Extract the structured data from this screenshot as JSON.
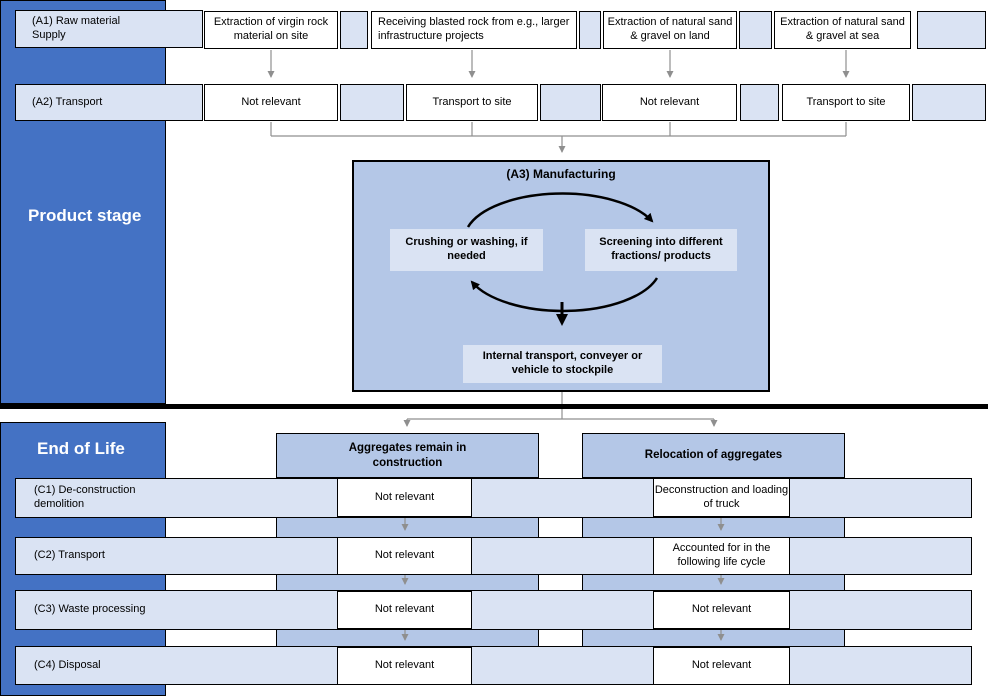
{
  "product_stage": {
    "label": "Product stage",
    "a1": {
      "label": "(A1) Raw material Supply",
      "cells": [
        "Extraction of virgin rock material on site",
        "Receiving blasted rock from e.g., larger infrastructure projects",
        "Extraction of natural sand & gravel on land",
        "Extraction of natural sand & gravel at sea"
      ]
    },
    "a2": {
      "label": "(A2) Transport",
      "cells": [
        "Not relevant",
        "Transport to site",
        "Not relevant",
        "Transport to site"
      ]
    },
    "a3": {
      "title": "(A3) Manufacturing",
      "crushing": "Crushing or washing, if needed",
      "screening": "Screening into different fractions/ products",
      "internal_transport": "Internal transport, conveyer or vehicle to stockpile"
    }
  },
  "end_of_life": {
    "label": "End of Life",
    "columns": [
      "Aggregates remain in construction",
      "Relocation of aggregates"
    ],
    "rows": [
      {
        "label": "(C1) De-construction demolition",
        "left": "Not relevant",
        "right": "Deconstruction and loading of truck"
      },
      {
        "label": "(C2) Transport",
        "left": "Not relevant",
        "right": "Accounted for in the following life cycle"
      },
      {
        "label": "(C3) Waste processing",
        "left": "Not relevant",
        "right": "Not relevant"
      },
      {
        "label": "(C4) Disposal",
        "left": "Not relevant",
        "right": "Not relevant"
      }
    ]
  },
  "colors": {
    "sidebar_blue": "#4472C4",
    "row_light_blue": "#DAE3F3",
    "panel_blue": "#B4C7E7",
    "connector_gray": "#8F8F8F",
    "arrow_black": "#000000"
  }
}
